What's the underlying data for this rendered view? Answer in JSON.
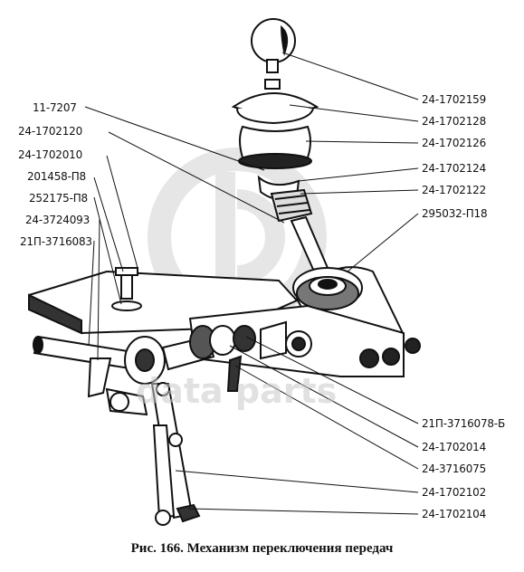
{
  "figure": {
    "caption": "Рис. 166. Механизм переключения передач",
    "watermark": "data parts",
    "colors": {
      "line": "#111111",
      "watermark": "#c8c8c8",
      "background": "#ffffff"
    },
    "callouts_left": [
      {
        "id": "l1",
        "text": "11-7207"
      },
      {
        "id": "l2",
        "text": "24-1702120"
      },
      {
        "id": "l3",
        "text": "24-1702010"
      },
      {
        "id": "l4",
        "text": "201458-П8"
      },
      {
        "id": "l5",
        "text": "252175-П8"
      },
      {
        "id": "l6",
        "text": "24-3724093"
      },
      {
        "id": "l7",
        "text": "21П-3716083"
      }
    ],
    "callouts_right": [
      {
        "id": "r1",
        "text": "24-1702159"
      },
      {
        "id": "r2",
        "text": "24-1702128"
      },
      {
        "id": "r3",
        "text": "24-1702126"
      },
      {
        "id": "r4",
        "text": "24-1702124"
      },
      {
        "id": "r5",
        "text": "24-1702122"
      },
      {
        "id": "r6",
        "text": "295032-П18"
      },
      {
        "id": "r7",
        "text": "21П-3716078-Б"
      },
      {
        "id": "r8",
        "text": "24-1702014"
      },
      {
        "id": "r9",
        "text": "24-3716075"
      },
      {
        "id": "r10",
        "text": "24-1702102"
      },
      {
        "id": "r11",
        "text": "24-1702104"
      }
    ]
  }
}
